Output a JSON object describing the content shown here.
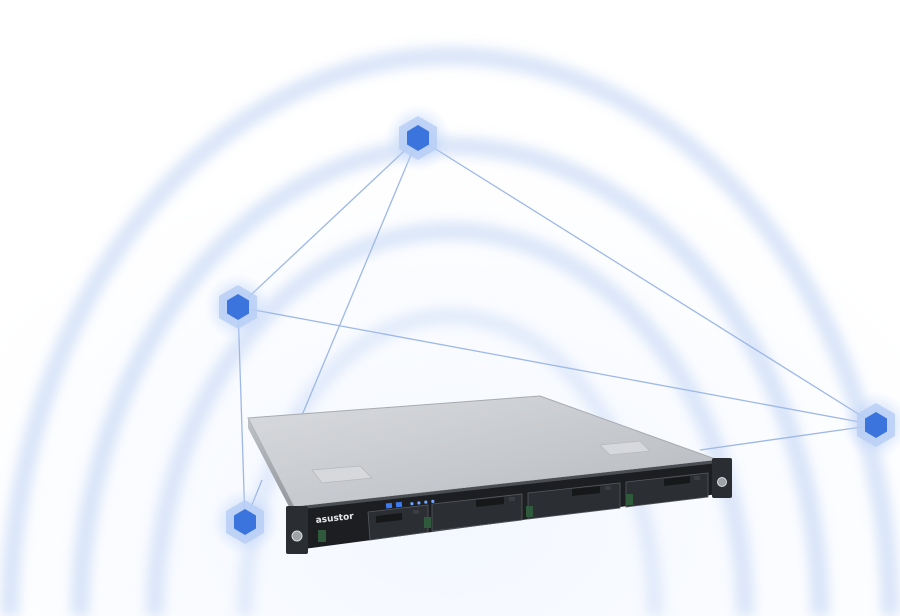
{
  "scene": {
    "colors": {
      "background": "#ffffff",
      "wave": "#a9c3ee",
      "link_line": "#8fb0e6",
      "node_fill": "#3f78e0",
      "node_glow": "#8fb2ee",
      "chassis_top": "#c9ccd0",
      "front_panel": "#1b1d20",
      "bay_accent": "#2c2f33"
    },
    "nodes": [
      {
        "name": "hex-node-top",
        "icon": "hexagon-node-icon"
      },
      {
        "name": "hex-node-left",
        "icon": "hexagon-node-icon"
      },
      {
        "name": "hex-node-right",
        "icon": "hexagon-node-icon"
      },
      {
        "name": "hex-node-bottom-left",
        "icon": "hexagon-node-icon"
      }
    ],
    "device": {
      "type": "rackmount-nas-server",
      "brand_label": "asustor",
      "drive_bays": 4
    }
  }
}
